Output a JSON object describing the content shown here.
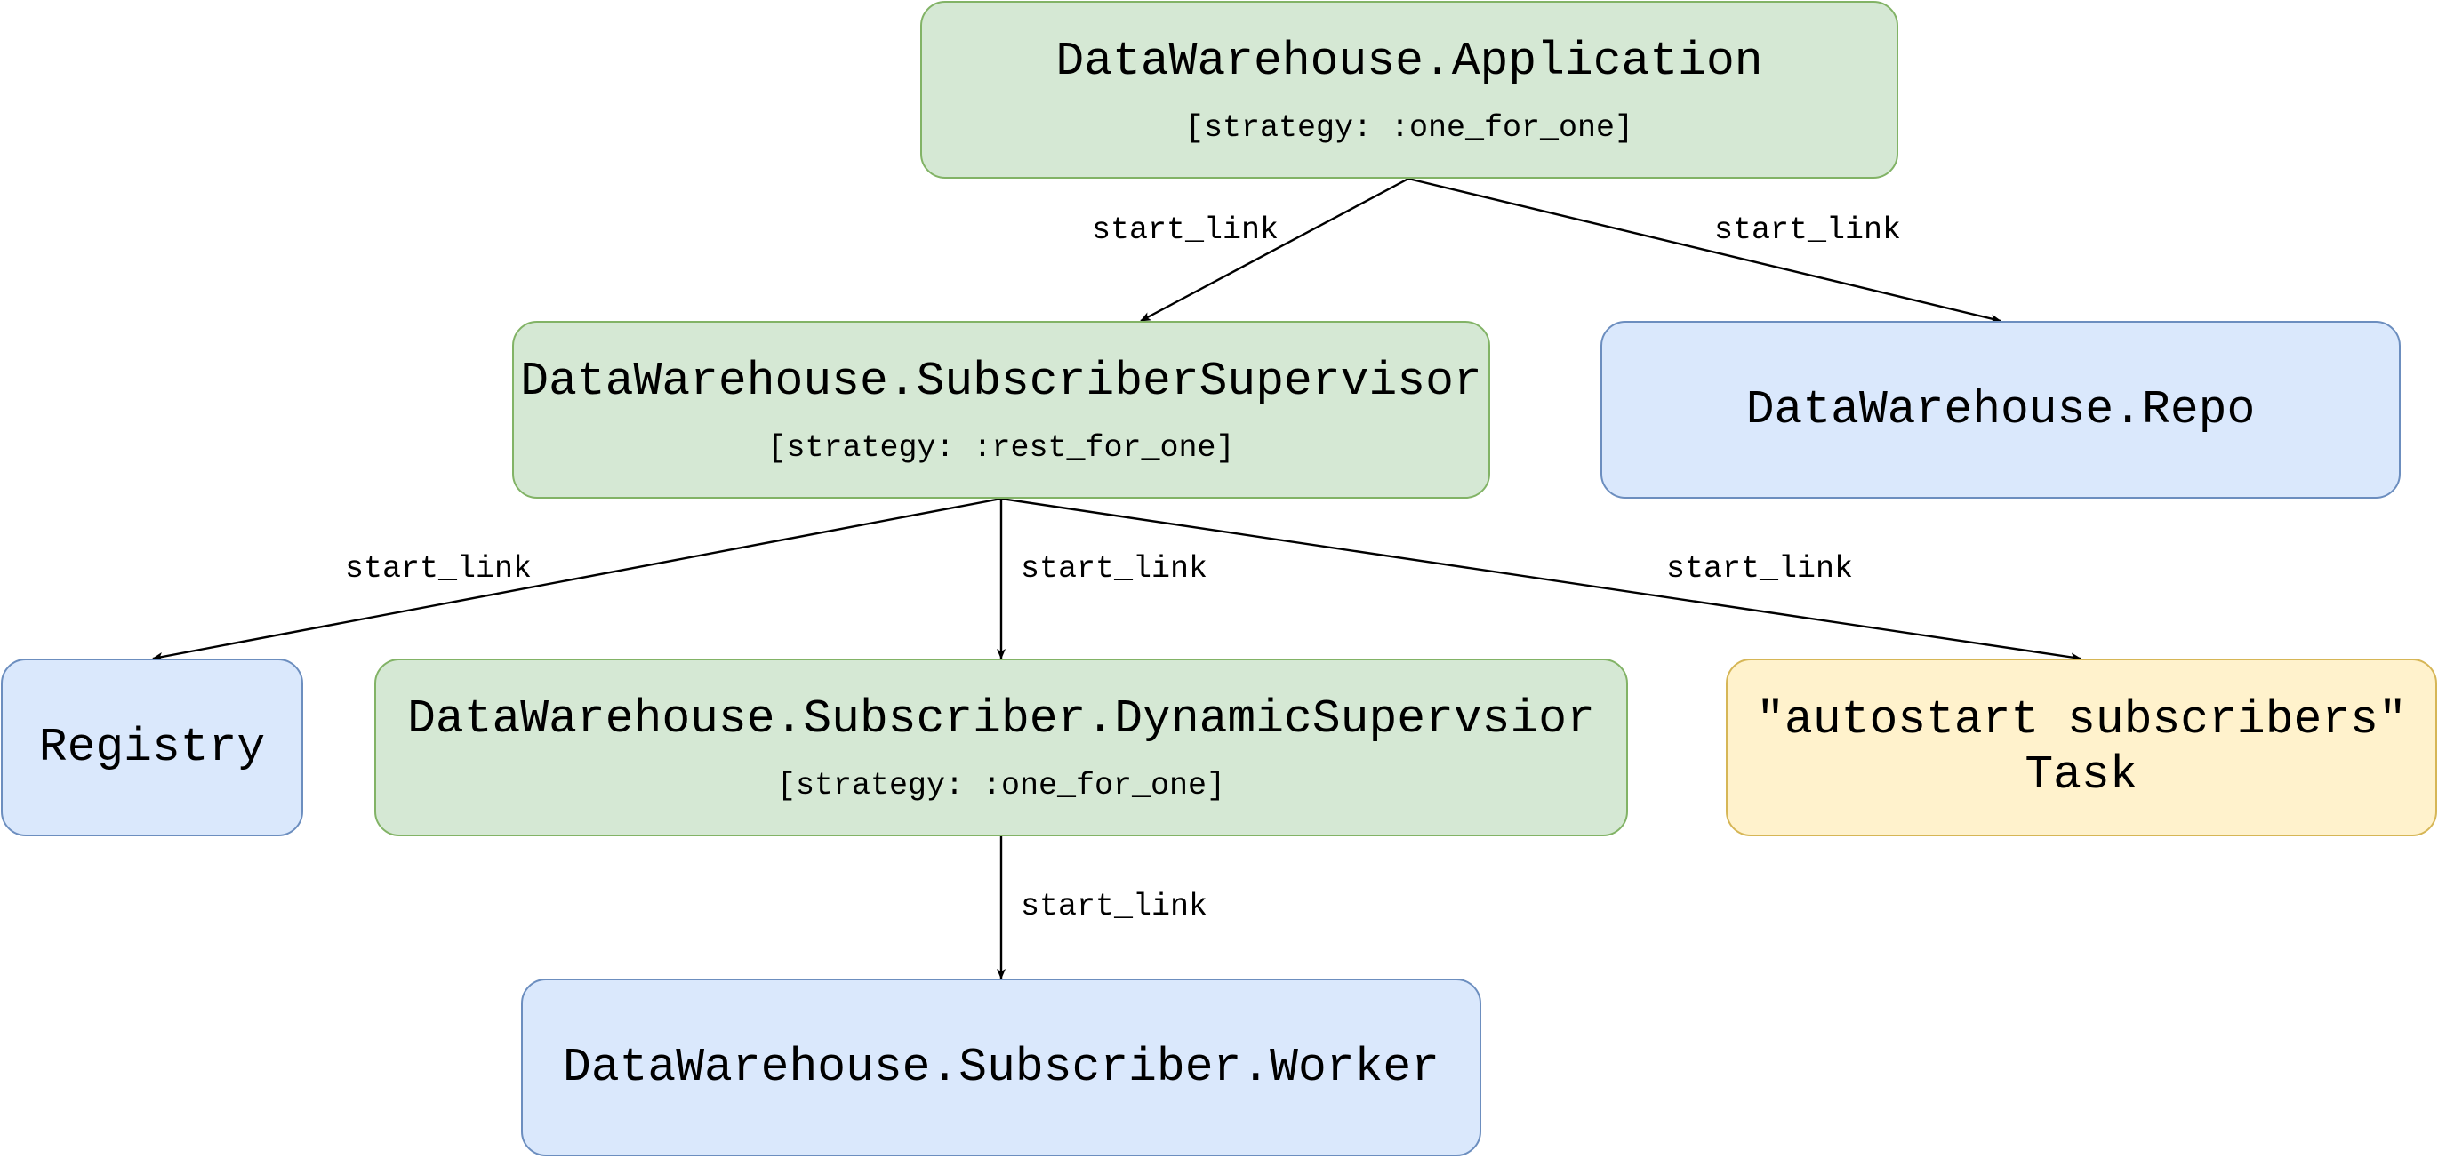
{
  "nodes": {
    "application": {
      "title": "DataWarehouse.Application",
      "strategy": "[strategy: :one_for_one]"
    },
    "subscriber_supervisor": {
      "title": "DataWarehouse.SubscriberSupervisor",
      "strategy": "[strategy: :rest_for_one]"
    },
    "repo": {
      "title": "DataWarehouse.Repo"
    },
    "registry": {
      "title": "Registry"
    },
    "dynamic_supervisor": {
      "title": "DataWarehouse.Subscriber.DynamicSupervsior",
      "strategy": "[strategy: :one_for_one]"
    },
    "autostart_task": {
      "title_line1": "\"autostart subscribers\"",
      "title_line2": "Task"
    },
    "worker": {
      "title": "DataWarehouse.Subscriber.Worker"
    }
  },
  "edges": [
    {
      "from": "application",
      "to": "subscriber_supervisor",
      "label": "start_link"
    },
    {
      "from": "application",
      "to": "repo",
      "label": "start_link"
    },
    {
      "from": "subscriber_supervisor",
      "to": "registry",
      "label": "start_link"
    },
    {
      "from": "subscriber_supervisor",
      "to": "dynamic_supervisor",
      "label": "start_link"
    },
    {
      "from": "subscriber_supervisor",
      "to": "autostart_task",
      "label": "start_link"
    },
    {
      "from": "dynamic_supervisor",
      "to": "worker",
      "label": "start_link"
    }
  ],
  "colors": {
    "green_fill": "#d5e8d4",
    "green_stroke": "#82b366",
    "blue_fill": "#dae8fc",
    "blue_stroke": "#6c8ebf",
    "yellow_fill": "#fff2cc",
    "yellow_stroke": "#d6b656"
  }
}
